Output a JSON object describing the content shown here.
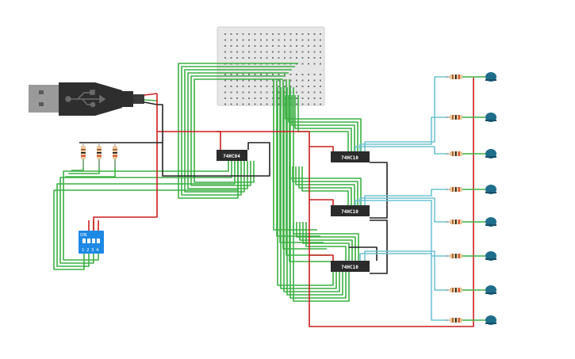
{
  "circuit": {
    "chips": [
      {
        "id": "u1",
        "part": "74HC04"
      },
      {
        "id": "u2",
        "part": "74HC10"
      },
      {
        "id": "u3",
        "part": "74HC10"
      },
      {
        "id": "u4",
        "part": "74HC10"
      }
    ],
    "dip_switch": {
      "on_label": "ON",
      "position_labels": [
        "1",
        "2",
        "3",
        "4"
      ]
    },
    "led_count": 8,
    "colors": {
      "wire_green": "#3cb043",
      "wire_red": "#cc1f1f",
      "wire_black": "#222222",
      "wire_cyan": "#6fc3d2",
      "chip_body": "#2b2b2b",
      "breadboard": "#e6e6e6",
      "usb_plug": "#2e2e2e",
      "usb_metal": "#9a9a9a",
      "led": "#1f6e8c",
      "dip_body": "#1e88e5",
      "resistor_body": "#e8c89a"
    }
  }
}
